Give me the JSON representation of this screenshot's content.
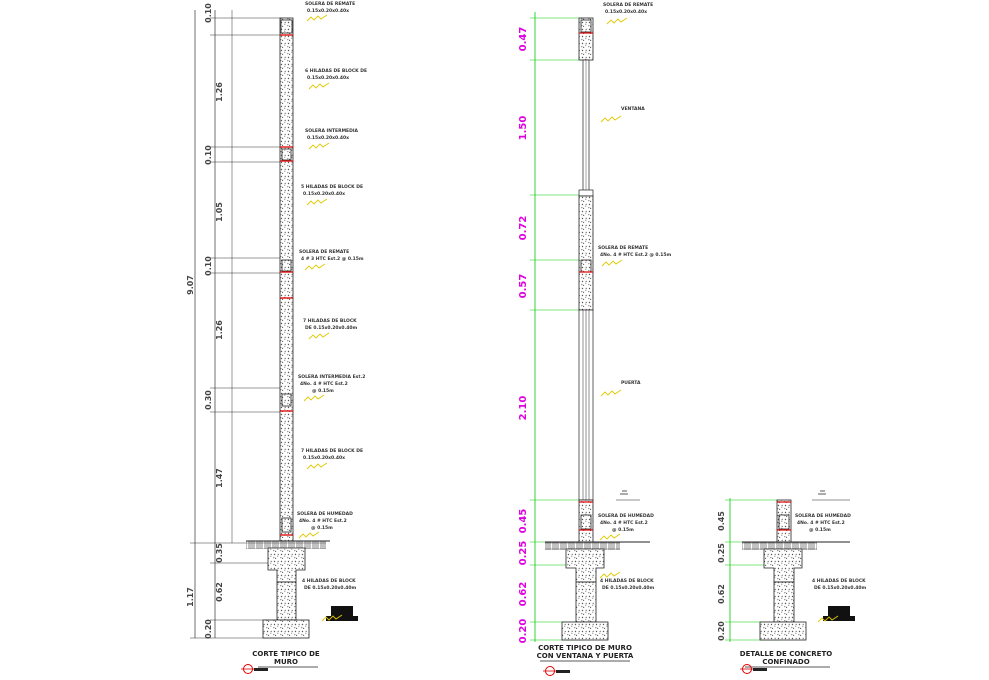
{
  "section_titles": {
    "left": [
      "CORTE TIPICO DE",
      "MURO"
    ],
    "middle": [
      "CORTE TIPICO DE MURO",
      "CON VENTANA Y PUERTA"
    ],
    "right": [
      "DETALLE DE CONCRETO",
      "CONFINADO"
    ]
  },
  "left_dims": {
    "total": "9.07",
    "segments": [
      "0.10",
      "1.26",
      "0.10",
      "1.05",
      "0.10",
      "1.26",
      "0.30",
      "1.47",
      "0.35",
      "0.62",
      "0.20"
    ],
    "foundation_total": "1.17"
  },
  "left_notes": [
    [
      "SOLERA DE REMATE",
      "0.15x0.20x0.40x"
    ],
    [
      "6 HILADAS DE BLOCK DE",
      "0.15x0.20x0.40x"
    ],
    [
      "SOLERA INTERMEDIA",
      "0.15x0.20x0.40x"
    ],
    [
      "5 HILADAS DE BLOCK DE",
      "0.15x0.20x0.40x"
    ],
    [
      "SOLERA DE REMATE",
      "4 # 3 HTC Est.2 @ 0.15m"
    ],
    [
      "7 HILADAS DE BLOCK",
      "DE 0.15x0.20x0.40m"
    ],
    [
      "SOLERA INTERMEDIA Est.2",
      "4No. 4 # HTC Est.2",
      "@ 0.15m"
    ],
    [
      "7 HILADAS DE BLOCK DE",
      "0.15x0.20x0.40x"
    ],
    [
      "SOLERA DE HUMEDAD",
      "4No. 4 # HTC Est.2",
      "@ 0.15m"
    ],
    [
      "4 HILADAS DE BLOCK",
      "DE 0.15x0.20x0.40m"
    ]
  ],
  "middle_dims": [
    "0.47",
    "1.50",
    "0.72",
    "0.57",
    "2.10",
    "0.45",
    "0.25",
    "0.62",
    "0.20"
  ],
  "middle_notes": [
    [
      "SOLERA DE REMATE",
      "0.15x0.20x0.40x"
    ],
    [
      "VENTANA"
    ],
    [
      "SOLERA DE REMATE",
      "4No. 4 # HTC Est.2 @ 0.15m"
    ],
    [
      "PUERTA"
    ],
    [
      "SOLERA DE HUMEDAD",
      "4No. 4 # HTC Est.2",
      "@ 0.15m"
    ],
    [
      "4 HILADAS DE BLOCK",
      "DE 0.15x0.20x0.40m"
    ]
  ],
  "right_dims": [
    "0.45",
    "0.25",
    "0.62",
    "0.20"
  ],
  "right_notes": [
    [
      "SOLERA DE HUMEDAD",
      "4No. 4 # HTC Est.2",
      "@ 0.15m"
    ],
    [
      "4 HILADAS DE BLOCK",
      "DE 0.15x0.20x0.40m"
    ]
  ],
  "colors": {
    "dim_text": "#e000e0",
    "dim_line": "#00cc00",
    "leader": "#e0c800",
    "rebar": "#dd0000",
    "hatch": "#555555",
    "line": "#222222"
  }
}
